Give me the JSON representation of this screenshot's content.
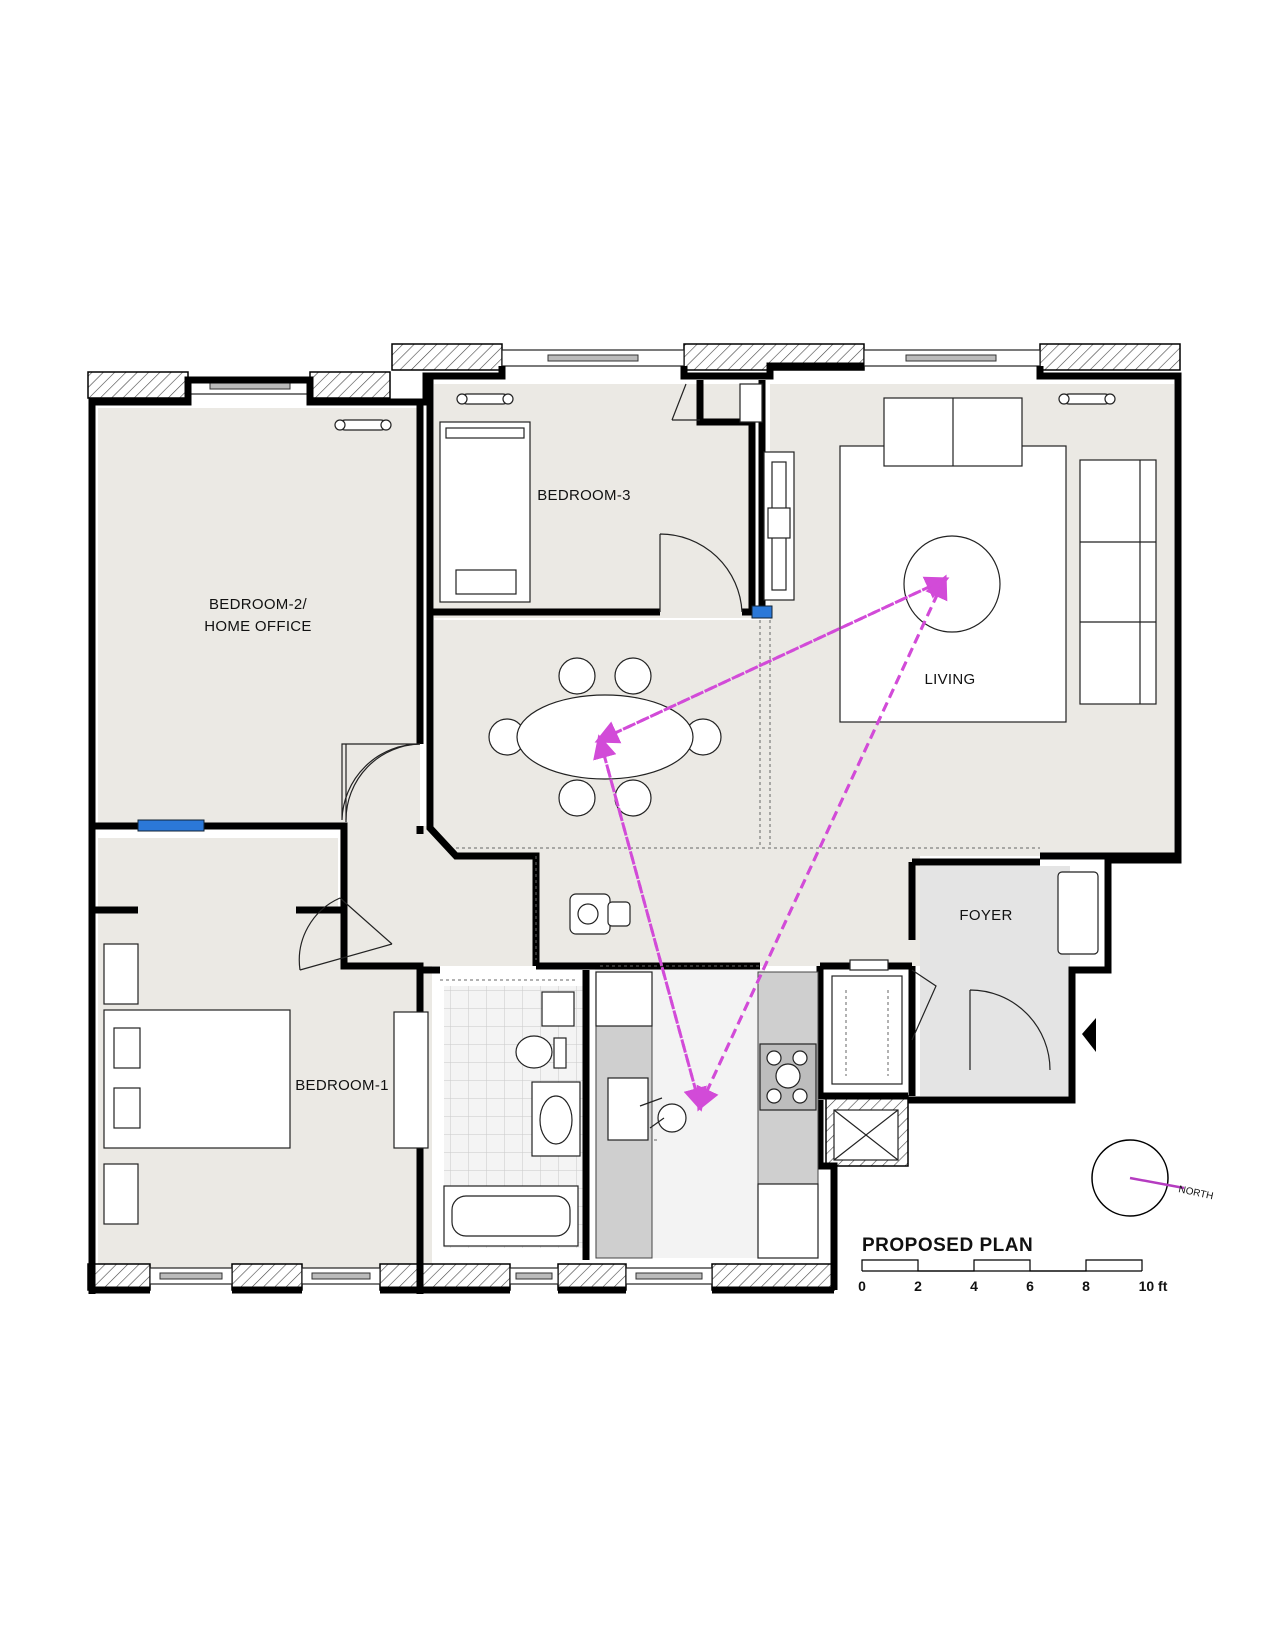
{
  "plan": {
    "title": "PROPOSED PLAN",
    "rooms": {
      "bedroom2_line1": "BEDROOM-2/",
      "bedroom2_line2": "HOME OFFICE",
      "bedroom3": "BEDROOM-3",
      "bedroom1": "BEDROOM-1",
      "living": "LIVING",
      "foyer": "FOYER"
    },
    "north_label": "NORTH",
    "scale": {
      "ticks": [
        "0",
        "2",
        "4",
        "6",
        "8",
        "10 ft"
      ]
    },
    "colors": {
      "circulation_arrows": "#d24bd8",
      "floor": "#ebe9e4",
      "walls": "#000000",
      "blue_elements": "#2b78d8"
    }
  }
}
